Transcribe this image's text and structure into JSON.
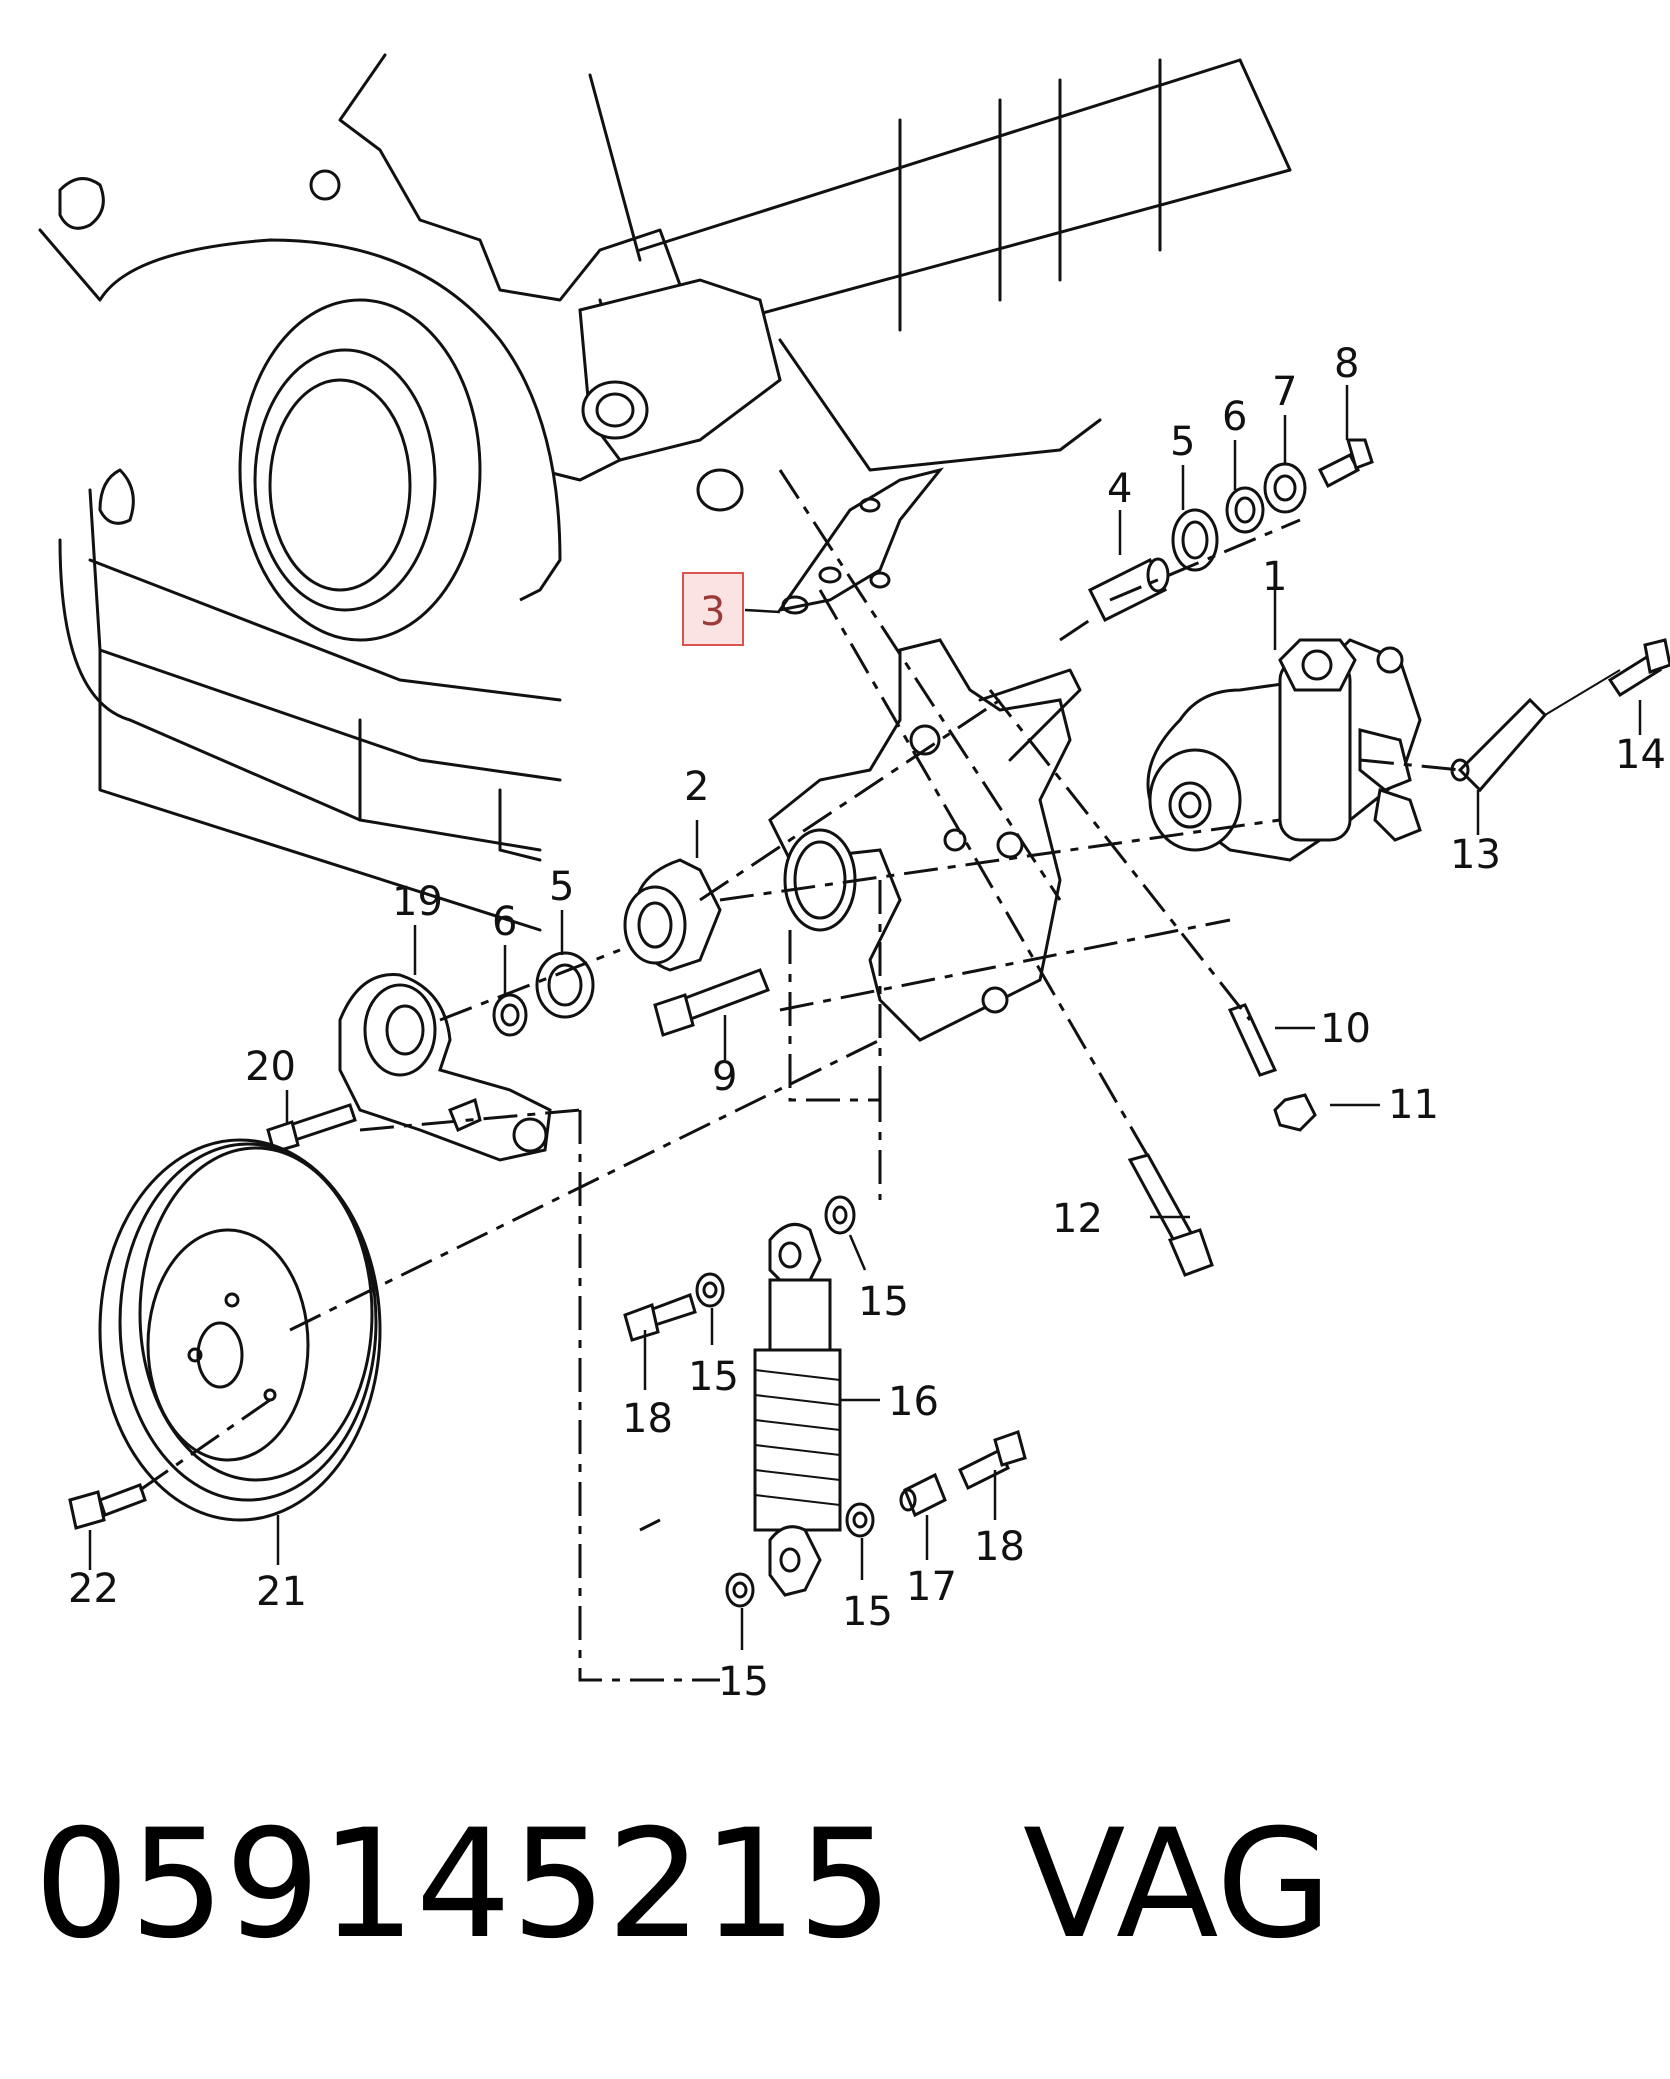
{
  "diagram": {
    "callouts": [
      {
        "id": "c1",
        "text": "1"
      },
      {
        "id": "c2",
        "text": "2"
      },
      {
        "id": "c3",
        "text": "3",
        "highlighted": true
      },
      {
        "id": "c4",
        "text": "4"
      },
      {
        "id": "c5a",
        "text": "5"
      },
      {
        "id": "c5b",
        "text": "5"
      },
      {
        "id": "c6a",
        "text": "6"
      },
      {
        "id": "c6b",
        "text": "6"
      },
      {
        "id": "c7",
        "text": "7"
      },
      {
        "id": "c8",
        "text": "8"
      },
      {
        "id": "c9",
        "text": "9"
      },
      {
        "id": "c10",
        "text": "10"
      },
      {
        "id": "c11",
        "text": "11"
      },
      {
        "id": "c12",
        "text": "12"
      },
      {
        "id": "c13",
        "text": "13"
      },
      {
        "id": "c14",
        "text": "14"
      },
      {
        "id": "c15a",
        "text": "15"
      },
      {
        "id": "c15b",
        "text": "15"
      },
      {
        "id": "c15c",
        "text": "15"
      },
      {
        "id": "c15d",
        "text": "15"
      },
      {
        "id": "c16",
        "text": "16"
      },
      {
        "id": "c17",
        "text": "17"
      },
      {
        "id": "c18a",
        "text": "18"
      },
      {
        "id": "c18b",
        "text": "18"
      },
      {
        "id": "c19",
        "text": "19"
      },
      {
        "id": "c20",
        "text": "20"
      },
      {
        "id": "c21",
        "text": "21"
      },
      {
        "id": "c22",
        "text": "22"
      }
    ],
    "highlight_color": "#d9534f"
  },
  "footer": {
    "part_number": "059145215",
    "brand": "VAG"
  }
}
